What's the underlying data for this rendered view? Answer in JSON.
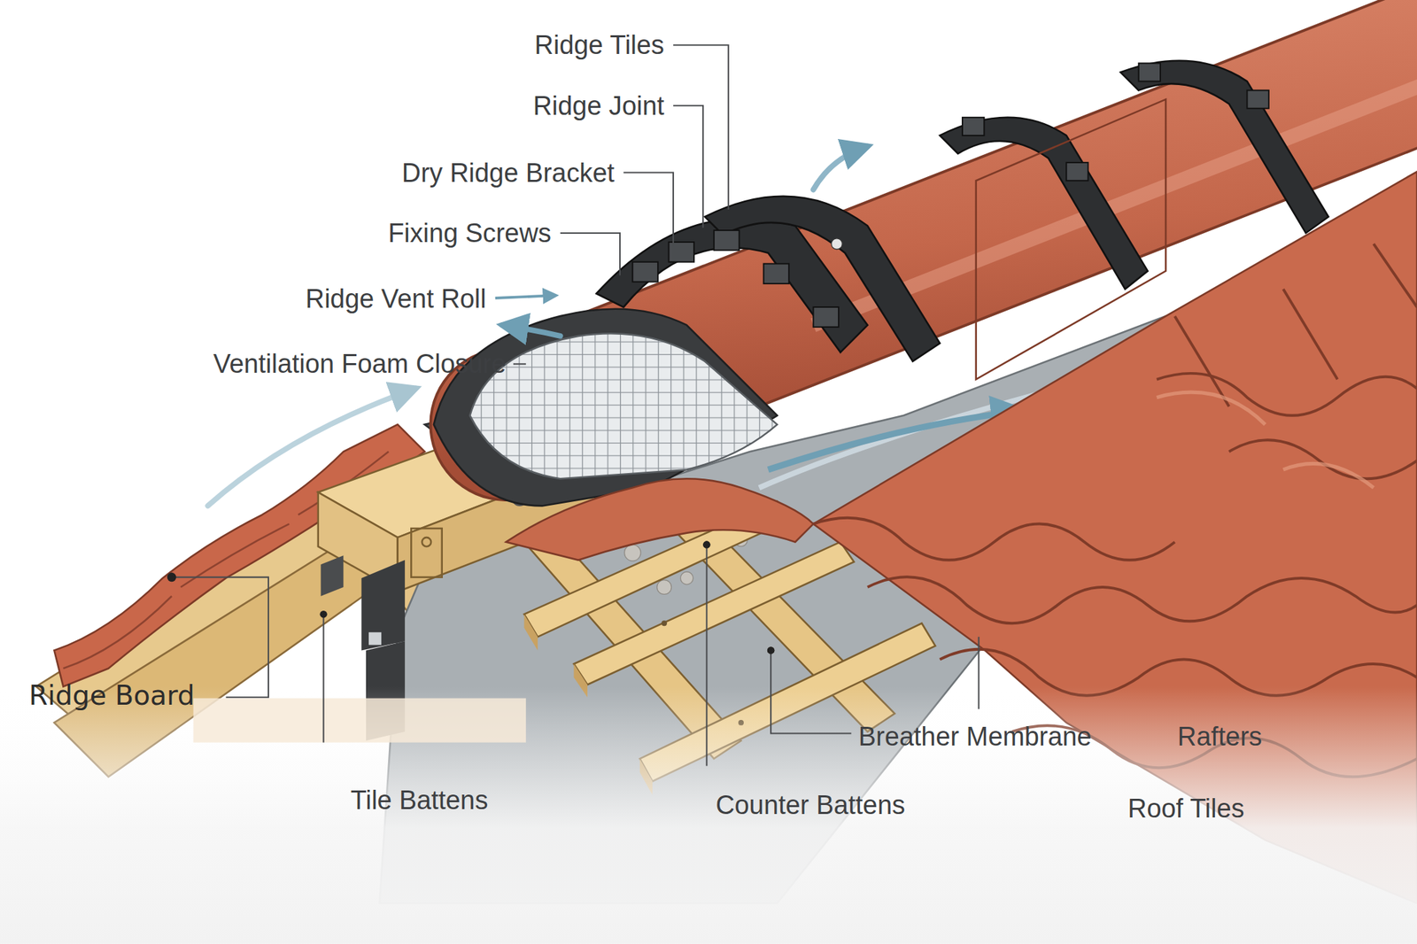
{
  "diagram": {
    "labels": [
      "Ridge Tiles",
      "Ridge Joint",
      "Dry Ridge Bracket",
      "Fixing Screws",
      "Ridge Vent Roll",
      "Ventilation Foam Closure",
      "Ridge Board",
      "Tile Battens",
      "Breather Membrane",
      "Rafters",
      "Counter Battens",
      "Roof Tiles"
    ]
  }
}
